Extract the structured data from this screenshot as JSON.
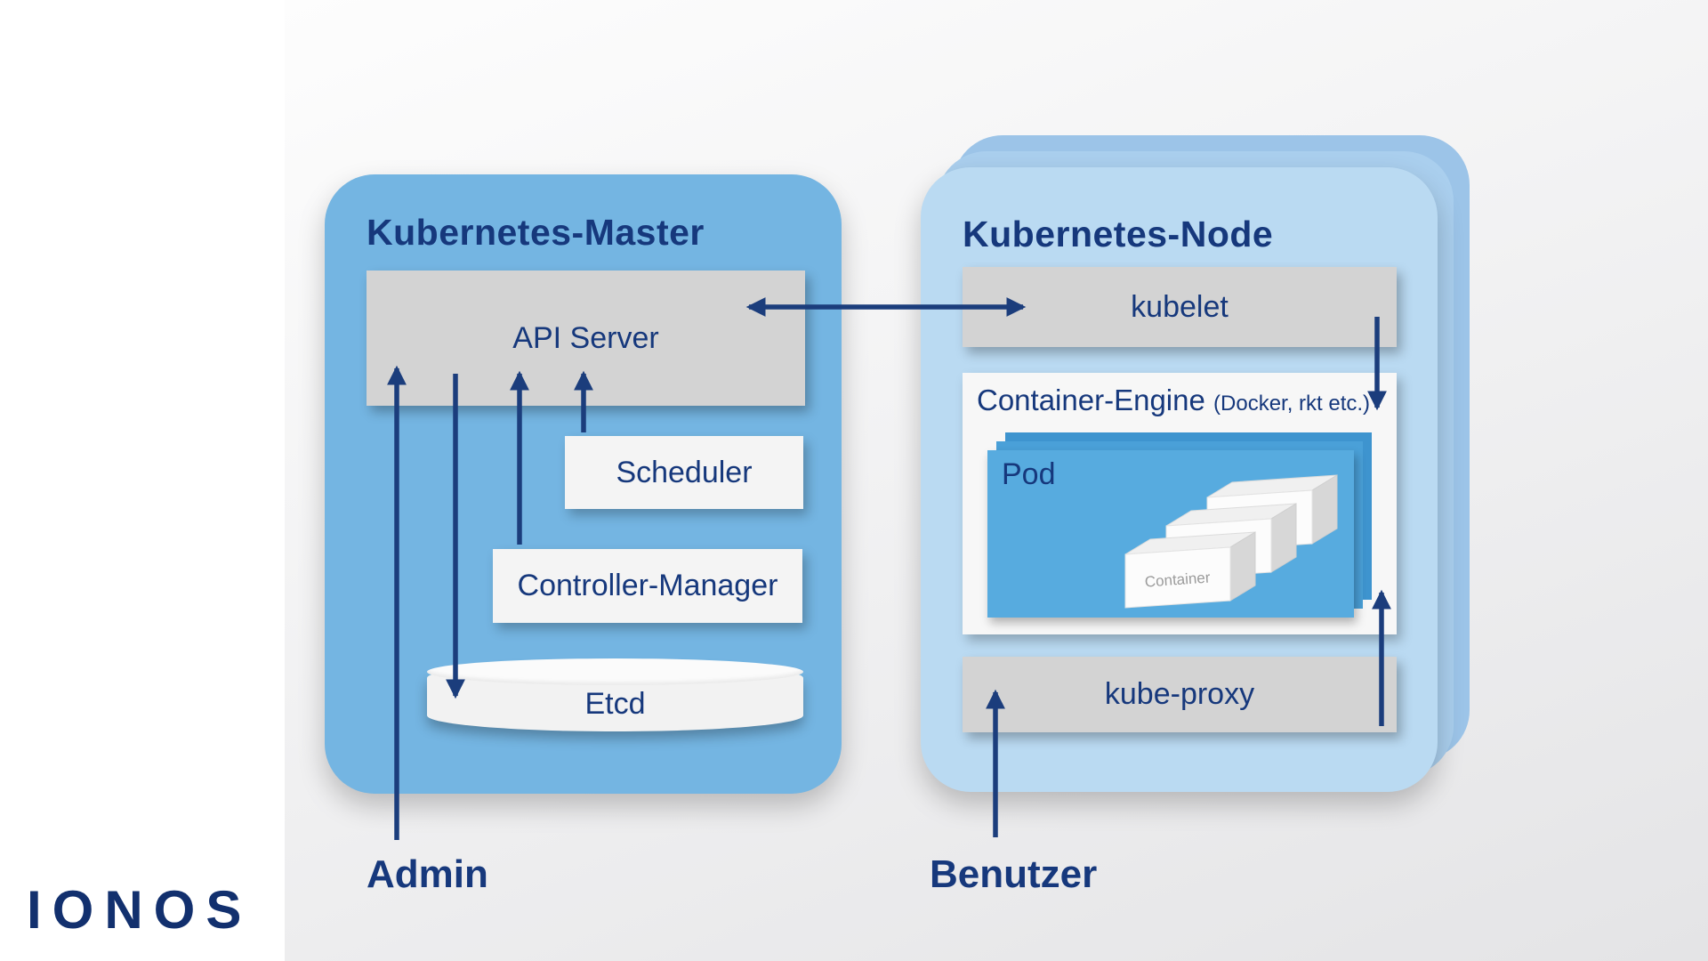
{
  "master": {
    "title": "Kubernetes-Master",
    "api_server": "API Server",
    "scheduler": "Scheduler",
    "controller_manager": "Controller-Manager",
    "etcd": "Etcd"
  },
  "node": {
    "title": "Kubernetes-Node",
    "kubelet": "kubelet",
    "container_engine": "Container-Engine",
    "container_engine_sub": "(Docker, rkt etc.)",
    "pod": "Pod",
    "container": "Container",
    "kube_proxy": "kube-proxy"
  },
  "actors": {
    "admin": "Admin",
    "user": "Benutzer"
  },
  "brand": {
    "logo": "IONOS"
  },
  "colors": {
    "master_blue": "#74b5e2",
    "node_blue": "#badaf2",
    "pod_blue": "#57abdf",
    "box_gray": "#d3d3d3",
    "box_light": "#f4f4f4",
    "text_navy": "#16387c",
    "arrow_navy": "#1b3d7c",
    "logo_navy": "#12306e"
  }
}
